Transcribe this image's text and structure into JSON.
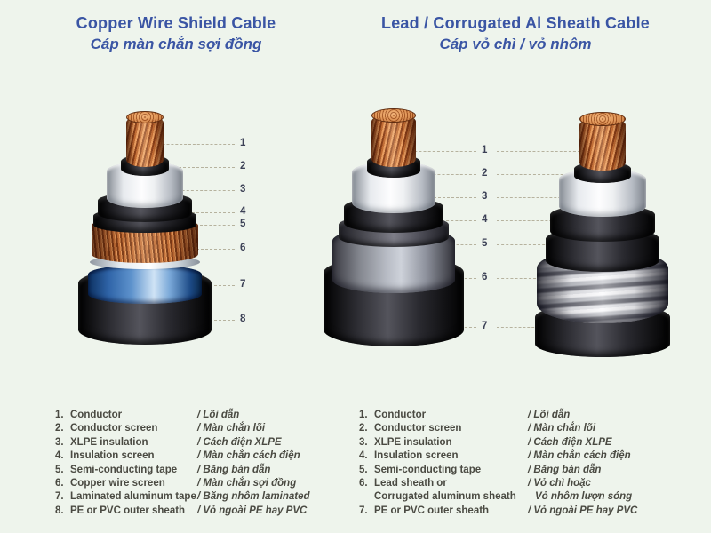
{
  "background": "#eef4ec",
  "accent_blue": "#3a55a4",
  "left_panel": {
    "title_en": "Copper Wire Shield Cable",
    "title_vi": "Cáp màn chắn sợi đồng",
    "callouts": [
      "1",
      "2",
      "3",
      "4",
      "5",
      "6",
      "7",
      "8"
    ],
    "legend": [
      {
        "num": "1.",
        "en": "Conductor",
        "vi": "/ Lõi dẫn"
      },
      {
        "num": "2.",
        "en": "Conductor screen",
        "vi": "/ Màn chắn lõi"
      },
      {
        "num": "3.",
        "en": "XLPE insulation",
        "vi": "/ Cách điện XLPE"
      },
      {
        "num": "4.",
        "en": "Insulation screen",
        "vi": "/ Màn chắn cách điện"
      },
      {
        "num": "5.",
        "en": "Semi-conducting tape",
        "vi": "/ Băng bán dẫn"
      },
      {
        "num": "6.",
        "en": "Copper wire screen",
        "vi": "/ Màn chắn sợi đồng"
      },
      {
        "num": "7.",
        "en": "Laminated aluminum tape",
        "vi": "/ Băng nhôm laminated"
      },
      {
        "num": "8.",
        "en": "PE or PVC outer sheath",
        "vi": "/ Vỏ ngoài PE hay PVC"
      }
    ]
  },
  "right_panel": {
    "title_en": "Lead / Corrugated Al Sheath Cable",
    "title_vi": "Cáp vỏ chì / vỏ nhôm",
    "callouts": [
      "1",
      "2",
      "3",
      "4",
      "5",
      "6",
      "7"
    ],
    "legend": [
      {
        "num": "1.",
        "en": "Conductor",
        "vi": "/ Lõi dẫn"
      },
      {
        "num": "2.",
        "en": "Conductor screen",
        "vi": "/ Màn chắn lõi"
      },
      {
        "num": "3.",
        "en": "XLPE insulation",
        "vi": "/ Cách điện XLPE"
      },
      {
        "num": "4.",
        "en": "Insulation screen",
        "vi": "/ Màn chắn cách điện"
      },
      {
        "num": "5.",
        "en": "Semi-conducting tape",
        "vi": "/ Băng bán dẫn"
      },
      {
        "num": "6.",
        "en": "Lead sheath or",
        "vi": "/ Vỏ chì hoặc"
      },
      {
        "num": "",
        "en": "Corrugated aluminum sheath",
        "vi": "Vỏ nhôm lượn sóng"
      },
      {
        "num": "7.",
        "en": "PE or PVC outer sheath",
        "vi": "/ Vỏ ngoài PE hay PVC"
      }
    ]
  }
}
